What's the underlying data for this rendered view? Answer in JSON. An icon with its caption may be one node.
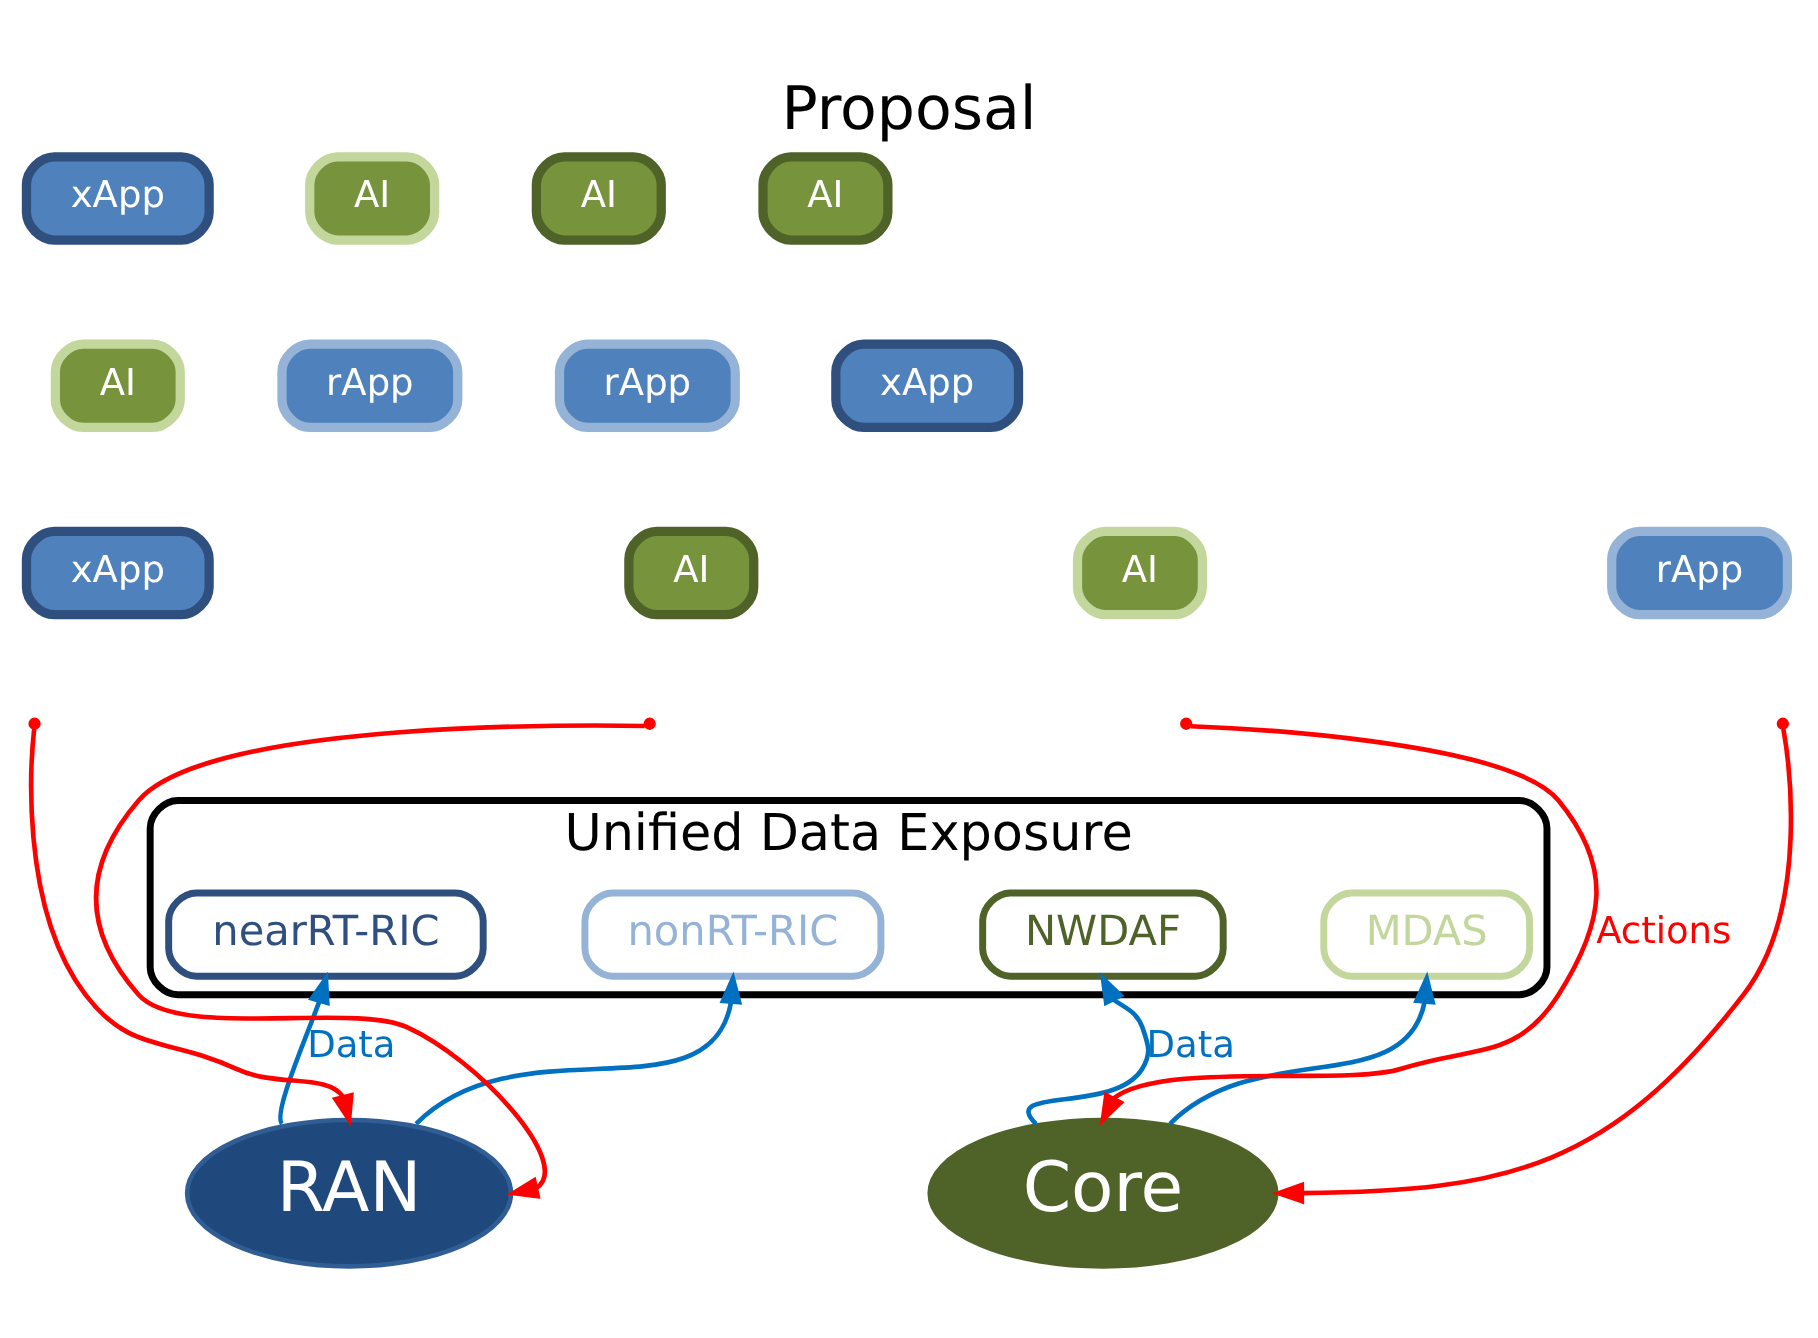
{
  "diagram": {
    "title": "Proposal",
    "nodes": [
      {
        "text": [
          "Unified Data Exposure"
        ]
      },
      {
        "text": [
          "nearRT-RIC"
        ],
        "in": 0
      },
      {
        "text": [
          "nonRT-RIC"
        ],
        "in": 0
      },
      {
        "text": [
          "NWDAF"
        ],
        "in": 0
      },
      {
        "text": [
          "MDAS"
        ],
        "in": 0
      },
      {
        "text": [
          "RAN"
        ]
      },
      {
        "text": [
          "Core"
        ]
      },
      {
        "text": [
          "xApp"
        ]
      },
      {
        "text": [
          "AI"
        ]
      },
      {
        "text": [
          "AI"
        ]
      },
      {
        "text": [
          "AI"
        ]
      },
      {
        "text": [
          "AI"
        ]
      },
      {
        "text": [
          "rApp"
        ]
      },
      {
        "text": [
          "rApp"
        ]
      },
      {
        "text": [
          "xApp"
        ]
      },
      {
        "text": [
          "xApp"
        ]
      },
      {
        "text": [
          "AI"
        ]
      },
      {
        "text": [
          "AI"
        ]
      },
      {
        "text": [
          "rApp"
        ]
      }
    ],
    "edges": [
      {
        "from": 5,
        "to": 1,
        "arrow": "to",
        "label": "Data",
        "color": "#0070c0"
      },
      {
        "from": 5,
        "to": 2,
        "arrow": "to",
        "color": "#0070c0"
      },
      {
        "from": 6,
        "to": 3,
        "arrow": "to",
        "label": "Data",
        "color": "#0070c0"
      },
      {
        "from": 6,
        "to": 4,
        "arrow": "to",
        "color": "#0070c0"
      },
      {
        "from": null,
        "to": 5,
        "arrow": "to",
        "color": "#ff0000"
      },
      {
        "from": null,
        "to": 5,
        "arrow": "to",
        "color": "#ff0000"
      },
      {
        "from": null,
        "to": 6,
        "arrow": "to",
        "label": "Actions",
        "color": "#ff0000"
      },
      {
        "from": null,
        "to": 6,
        "arrow": "to",
        "color": "#ff0000"
      }
    ]
  }
}
